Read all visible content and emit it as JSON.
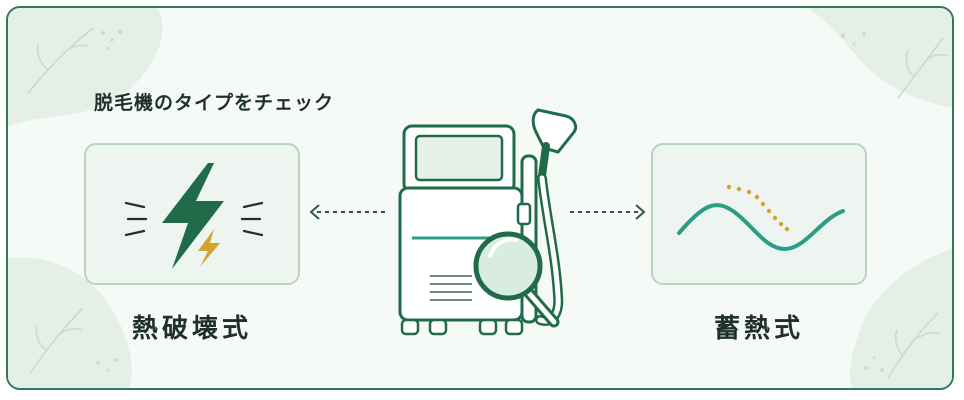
{
  "heading": "脱毛機のタイプをチェック",
  "types": [
    {
      "label": "熱破壊式",
      "icon": "lightning-bolt-icon"
    },
    {
      "label": "蓄熱式",
      "icon": "heat-wave-icon"
    }
  ],
  "center_icon": "laser-hair-removal-machine-with-magnifier-icon",
  "colors": {
    "primary_green": "#1f6b4a",
    "teal": "#2a9d86",
    "gold": "#d4a32c",
    "border_green": "#2f7a55",
    "background": "#f6faf7",
    "card_bg": "#eef5f0"
  }
}
